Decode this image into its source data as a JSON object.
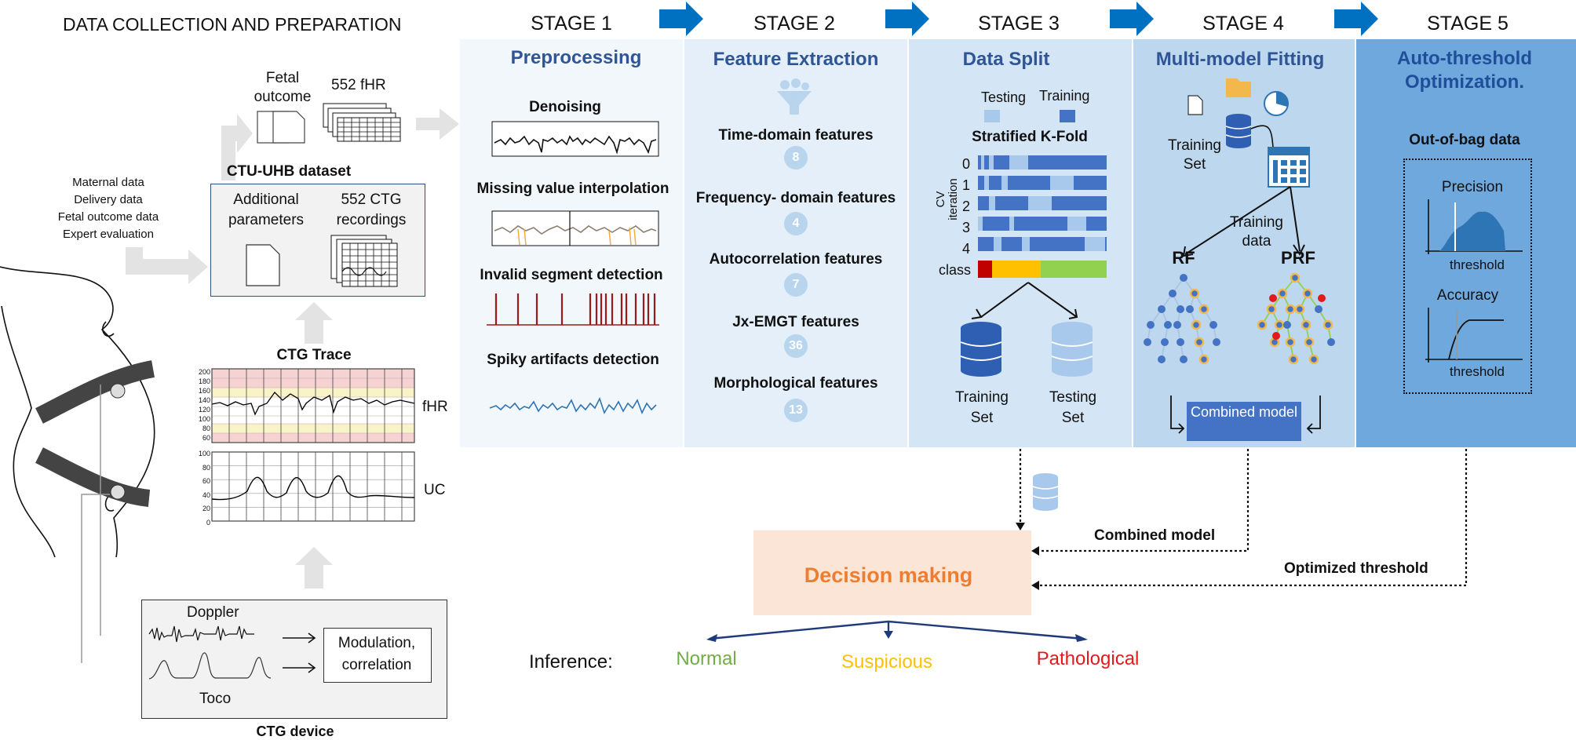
{
  "left": {
    "title": "DATA COLLECTION AND PREPARATION",
    "fetal_outcome": "Fetal outcome",
    "fhr_552": "552 fHR",
    "dataset_label": "CTU-UHB dataset",
    "additional_parameters": "Additional parameters",
    "ctg_recordings": "552 CTG recordings",
    "meta_items": [
      "Maternal data",
      "Delivery data",
      "Fetal outcome data",
      "Expert evaluation"
    ],
    "ctg_trace_label": "CTG Trace",
    "fhr_label": "fHR",
    "uc_label": "UC",
    "fhr_ticks": [
      "200",
      "180",
      "160",
      "140",
      "120",
      "100",
      "80",
      "60"
    ],
    "uc_ticks": [
      "100",
      "80",
      "60",
      "40",
      "20",
      "0"
    ],
    "doppler": "Doppler",
    "toco": "Toco",
    "modulation": "Modulation, correlation",
    "ctg_device": "CTG device"
  },
  "stages": [
    {
      "label": "STAGE 1",
      "title": "Preprocessing",
      "color": "#f2f7fc",
      "title_color": "#2f5597"
    },
    {
      "label": "STAGE 2",
      "title": "Feature Extraction",
      "color": "#e4eff9",
      "title_color": "#2f5597"
    },
    {
      "label": "STAGE 3",
      "title": "Data Split",
      "color": "#d4e5f5",
      "title_color": "#2f5597"
    },
    {
      "label": "STAGE 4",
      "title": "Multi-model Fitting",
      "color": "#bdd7ee",
      "title_color": "#2f5597"
    },
    {
      "label": "STAGE 5",
      "title": "Auto-threshold Optimization.",
      "color": "#6fa8dc",
      "title_color": "#1f4e9a"
    }
  ],
  "stage1": {
    "steps": [
      "Denoising",
      "Missing value interpolation",
      "Invalid segment detection",
      "Spiky artifacts detection"
    ]
  },
  "stage2": {
    "features": [
      {
        "name": "Time-domain features",
        "count": "8"
      },
      {
        "name": "Frequency- domain features",
        "count": "4"
      },
      {
        "name": "Autocorrelation features",
        "count": "7"
      },
      {
        "name": "Jx-EMGT features",
        "count": "36"
      },
      {
        "name": "Morphological features",
        "count": "13"
      }
    ]
  },
  "stage3": {
    "testing": "Testing",
    "training": "Training",
    "kfold": "Stratified K-Fold",
    "cv_label": "CV iteration",
    "iterations": [
      "0",
      "1",
      "2",
      "3",
      "4"
    ],
    "class_label": "class",
    "training_set": "Training Set",
    "testing_set": "Testing Set"
  },
  "stage4": {
    "training_set": "Training Set",
    "training_data": "Training data",
    "rf": "RF",
    "prf": "PRF",
    "combined_model": "Combined model"
  },
  "stage5": {
    "oob": "Out-of-bag data",
    "precision": "Precision",
    "threshold1": "threshold",
    "accuracy": "Accuracy",
    "threshold2": "threshold"
  },
  "bottom": {
    "combined_model": "Combined model",
    "optimized_threshold": "Optimized threshold",
    "decision_making": "Decision making",
    "inference": "Inference:",
    "normal": "Normal",
    "suspicious": "Suspicious",
    "pathological": "Pathological"
  },
  "colors": {
    "normal": "#70ad47",
    "suspicious": "#ffc000",
    "pathological": "#e31a1c",
    "decision": "#ed7d31",
    "accent_blue": "#4472c4",
    "arrow_blue": "#0070c0"
  }
}
